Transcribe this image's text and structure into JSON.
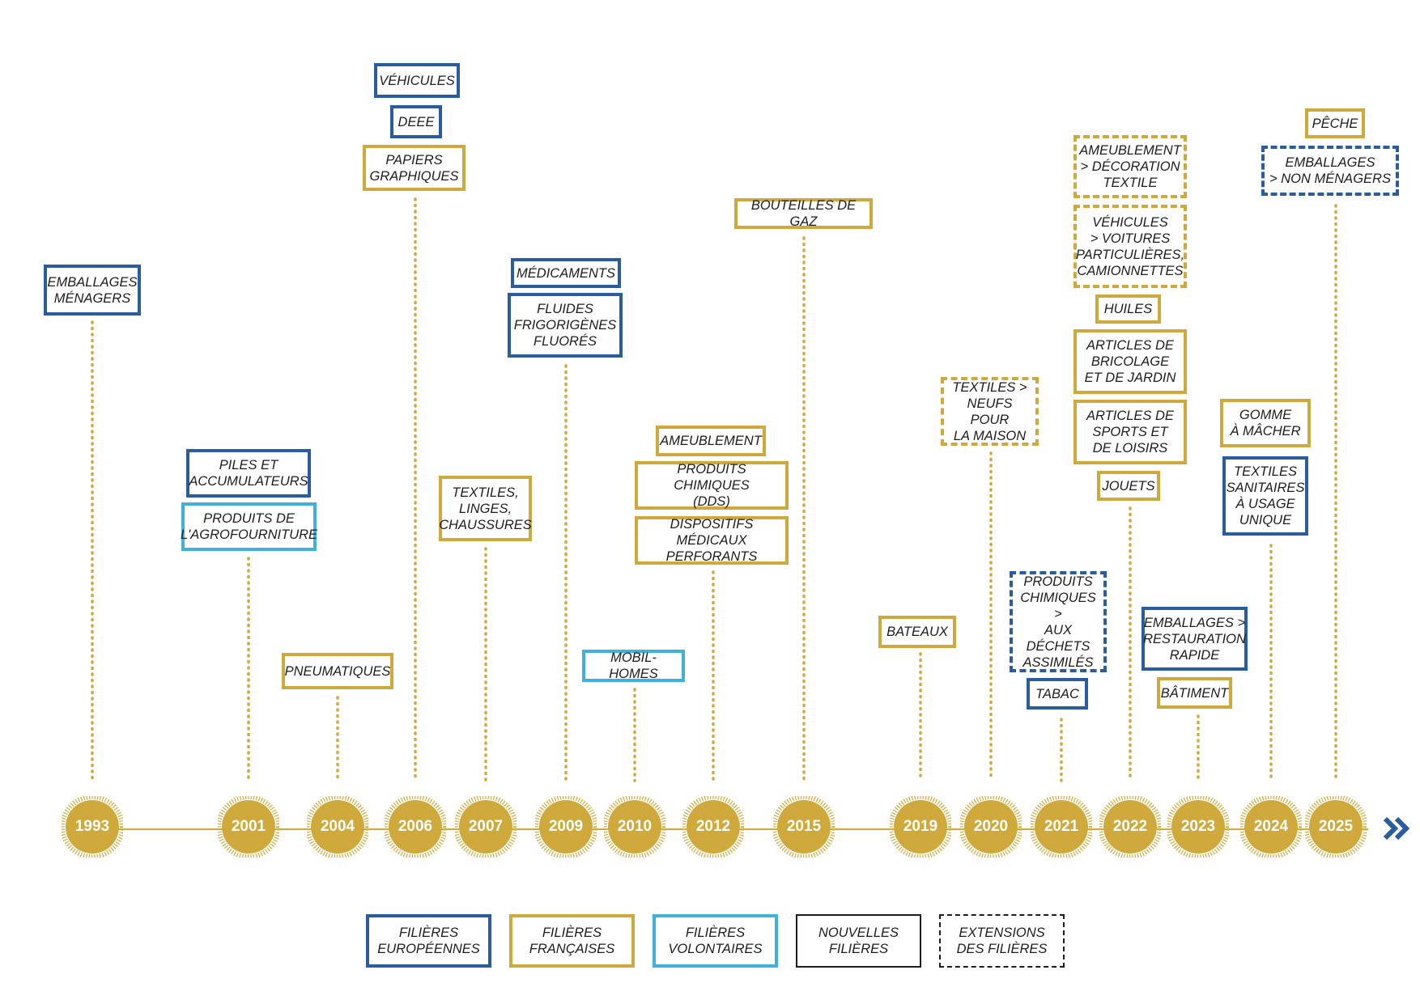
{
  "colors": {
    "european": "#2a5d9f",
    "french": "#cfa93b",
    "voluntary": "#3fb1dc",
    "new": "#1d1d1b",
    "timeline": "#cfa93b"
  },
  "years": [
    "1993",
    "2001",
    "2004",
    "2006",
    "2007",
    "2009",
    "2010",
    "2012",
    "2015",
    "2019",
    "2020",
    "2021",
    "2022",
    "2023",
    "2024",
    "2025"
  ],
  "boxes": {
    "emballages_menagers": "EMBALLAGES\nMÉNAGERS",
    "piles": "PILES ET\nACCUMULATEURS",
    "agrofourniture": "PRODUITS DE\nL'AGROFOURNITURE",
    "pneumatiques": "PNEUMATIQUES",
    "vehicules": "VÉHICULES",
    "deee": "DEEE",
    "papiers": "PAPIERS\nGRAPHIQUES",
    "textiles_linges": "TEXTILES,\nLINGES,\nCHAUSSURES",
    "medicaments": "MÉDICAMENTS",
    "fluides": "FLUIDES\nFRIGORIGÈNES\nFLUORÉS",
    "mobil_homes": "MOBIL-HOMES",
    "ameublement": "AMEUBLEMENT",
    "produits_chimiques_dds": "PRODUITS CHIMIQUES\n(DDS)",
    "dispositifs": "DISPOSITIFS MÉDICAUX\nPERFORANTS",
    "bouteilles_gaz": "BOUTEILLES DE GAZ",
    "bateaux": "BATEAUX",
    "textiles_neufs": "TEXTILES >\nNEUFS POUR\nLA MAISON",
    "produits_chimiques_aux": "PRODUITS\nCHIMIQUES >\nAUX\nDÉCHETS\nASSIMILÉS",
    "tabac": "TABAC",
    "ameublement_deco": "AMEUBLEMENT\n> DÉCORATION\nTEXTILE",
    "vehicules_voitures": "VÉHICULES\n> VOITURES\nPARTICULIÈRES,\nCAMIONNETTES",
    "huiles": "HUILES",
    "bricolage": "ARTICLES DE\nBRICOLAGE\nET DE JARDIN",
    "sports": "ARTICLES DE\nSPORTS ET\nDE LOISIRS",
    "jouets": "JOUETS",
    "emballages_restauration": "EMBALLAGES >\nRESTAURATION\nRAPIDE",
    "batiment": "BÂTIMENT",
    "gomme": "GOMME\nÀ MÂCHER",
    "textiles_sanitaires": "TEXTILES\nSANITAIRES\nÀ USAGE\nUNIQUE",
    "peche": "PÊCHE",
    "emballages_non_menagers": "EMBALLAGES\n> NON MÉNAGERS"
  },
  "legend": {
    "european": "FILIÈRES\nEUROPÉENNES",
    "french": "FILIÈRES\nFRANÇAISES",
    "voluntary": "FILIÈRES\nVOLONTAIRES",
    "new": "NOUVELLES\nFILIÈRES",
    "extensions": "EXTENSIONS\nDES FILIÈRES"
  }
}
